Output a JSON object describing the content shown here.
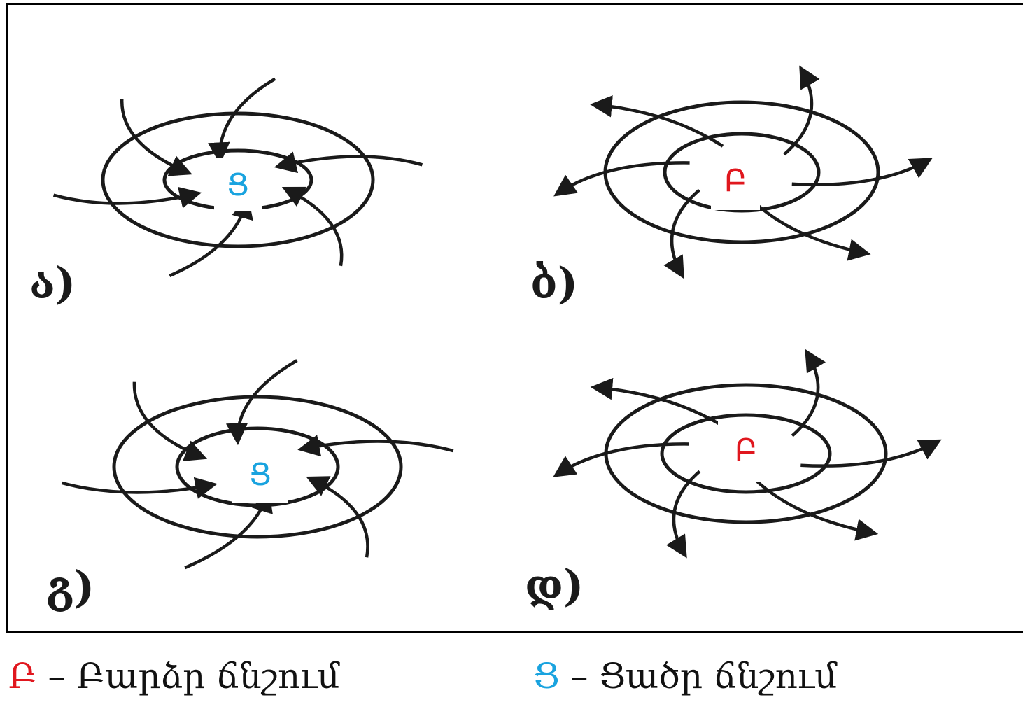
{
  "colors": {
    "high": "#e0171e",
    "low": "#19a3df",
    "stroke": "#1a1a1a"
  },
  "panels": [
    {
      "label": "ა)",
      "center": "Ց",
      "type": "low",
      "flow": "in"
    },
    {
      "label": "ბ)",
      "center": "Բ",
      "type": "high",
      "flow": "out"
    },
    {
      "label": "გ)",
      "center": "Ց",
      "type": "low",
      "flow": "in"
    },
    {
      "label": "დ)",
      "center": "Բ",
      "type": "high",
      "flow": "out"
    }
  ],
  "legend": {
    "high_symbol": "Բ",
    "high_text": "– Բարձր ճնշում",
    "low_symbol": "Ց",
    "low_text": "– Ցածր ճնշում"
  }
}
